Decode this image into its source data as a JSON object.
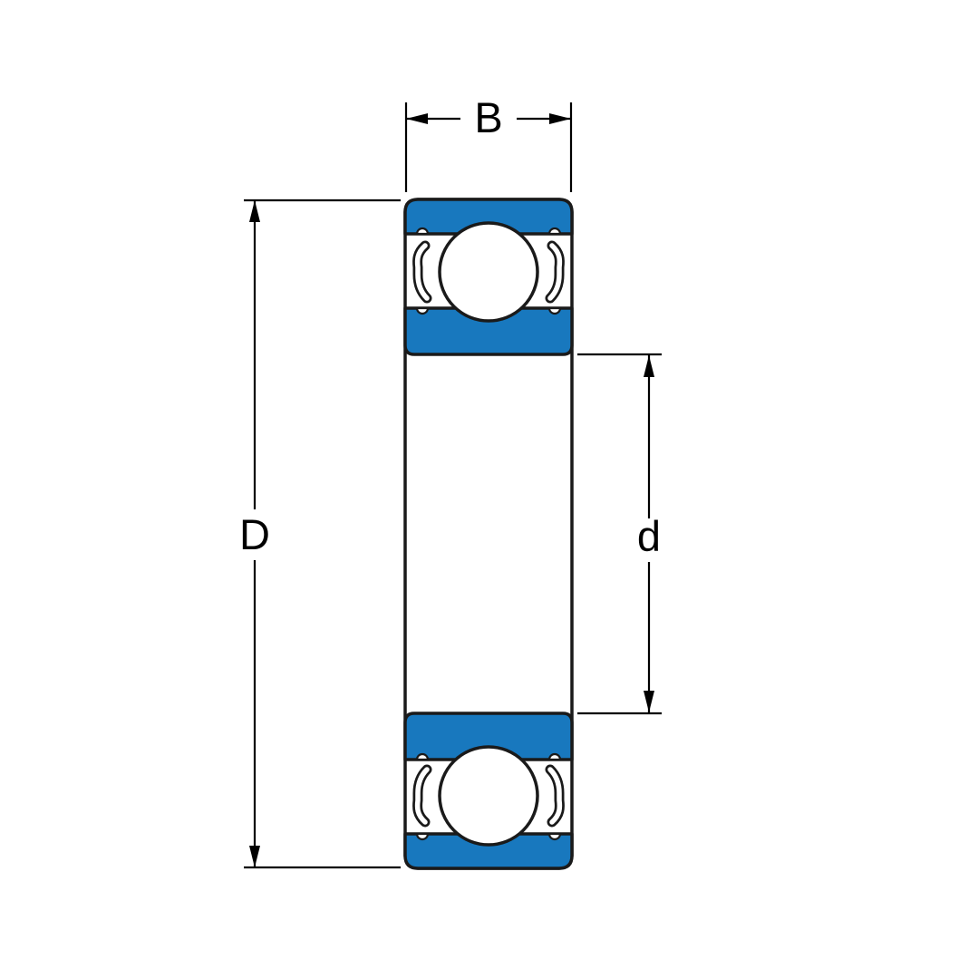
{
  "diagram": {
    "labels": {
      "width": "B",
      "outer_diameter": "D",
      "bore_diameter": "d"
    },
    "colors": {
      "ring_fill": "#1878BE",
      "ball_fill": "#FFFFFF",
      "outline": "#1A1A1A",
      "dimension": "#000000",
      "background": "#FFFFFF"
    }
  }
}
